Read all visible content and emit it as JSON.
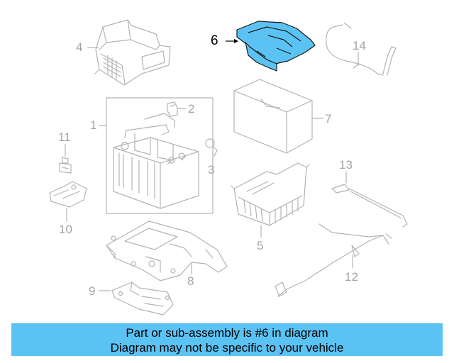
{
  "callouts": {
    "c1": "1",
    "c2": "2",
    "c3": "3",
    "c4": "4",
    "c5": "5",
    "c6": "6",
    "c7": "7",
    "c8": "8",
    "c9": "9",
    "c10": "10",
    "c11": "11",
    "c12": "12",
    "c13": "13",
    "c14": "14"
  },
  "highlight": {
    "part": "6",
    "color": "#5bc2f4"
  },
  "banner": {
    "line1": "Part or sub-assembly is #6 in diagram",
    "line2": "Diagram may not be specific to your vehicle",
    "color": "#5bc2f4"
  },
  "colors": {
    "outline": "#b3b3b3",
    "highlight_stroke": "#1a1a1a"
  }
}
